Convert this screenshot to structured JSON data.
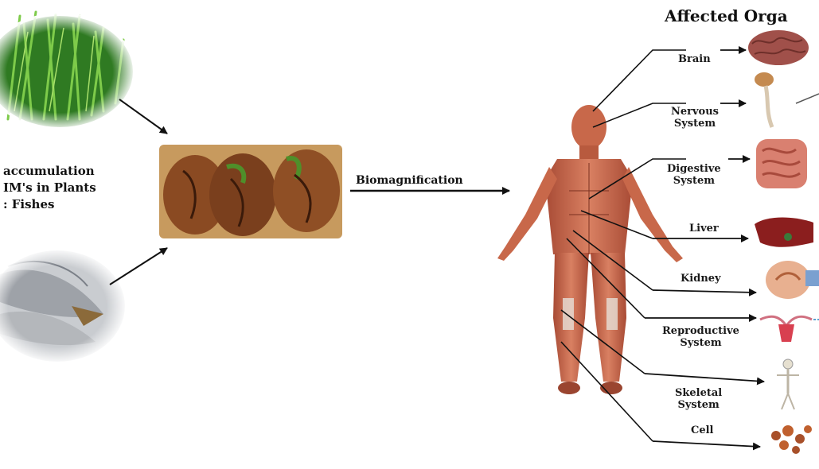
{
  "title": "Affected Orga",
  "left_label": {
    "line1": "accumulation",
    "line2": "IM's in Plants",
    "line3": ": Fishes"
  },
  "process_label": "Biomagnification",
  "organs": [
    {
      "line1": "Brain",
      "line2": ""
    },
    {
      "line1": "Nervous",
      "line2": "System"
    },
    {
      "line1": "Digestive",
      "line2": "System"
    },
    {
      "line1": "Liver",
      "line2": ""
    },
    {
      "line1": "Kidney",
      "line2": ""
    },
    {
      "line1": "Reproductive",
      "line2": "System"
    },
    {
      "line1": "Skeletal",
      "line2": "System"
    },
    {
      "line1": "Cell",
      "line2": ""
    }
  ],
  "colors": {
    "plant_green": "#3f8f2c",
    "fish_silver": "#b9bcc0",
    "fried_fish": "#8a4a22",
    "muscle": "#c8684a",
    "arrow": "#111111"
  },
  "icons": [
    "grass-image",
    "fish-image",
    "fried-fish-image",
    "human-muscle-figure",
    "brain-icon",
    "nerve-icon",
    "intestine-icon",
    "liver-icon",
    "kidney-icon",
    "uterus-icon",
    "skeleton-icon",
    "cell-icon"
  ]
}
